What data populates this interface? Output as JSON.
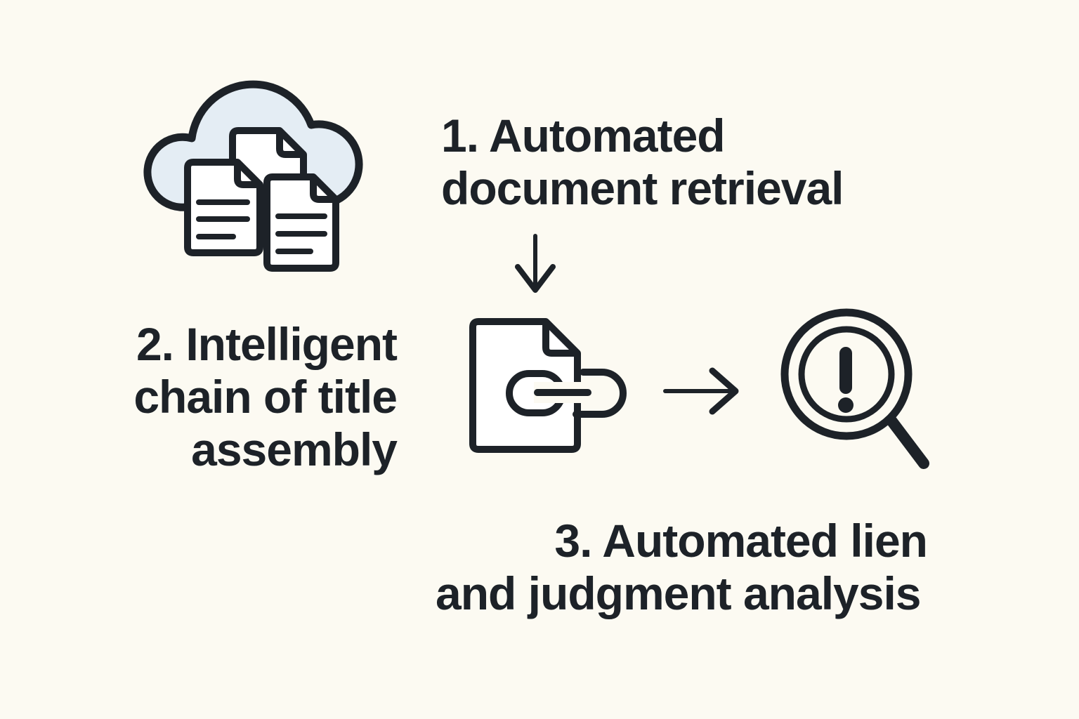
{
  "theme": {
    "background": "#fcfaf2",
    "ink": "#1d2228",
    "cloud_fill": "#e4edf4",
    "paper": "#ffffff"
  },
  "diagram": {
    "kind": "process-infographic",
    "steps": [
      {
        "id": "1",
        "icon": "cloud-documents-icon",
        "text": "1. Automated document retrieval",
        "lines": [
          "1. Automated",
          "document retrieval"
        ]
      },
      {
        "id": "2",
        "icon": "document-link-icon",
        "text": "2. Intelligent chain of title assembly",
        "lines": [
          "2. Intelligent",
          "chain of title",
          "assembly"
        ]
      },
      {
        "id": "3",
        "icon": "magnifier-alert-icon",
        "text": "3. Automated lien and judgment analysis",
        "lines": [
          "3. Automated lien",
          "and judgment analysis"
        ]
      }
    ],
    "arrows": [
      {
        "icon": "arrow-down-icon",
        "direction": "down"
      },
      {
        "icon": "arrow-right-icon",
        "direction": "right"
      }
    ]
  }
}
